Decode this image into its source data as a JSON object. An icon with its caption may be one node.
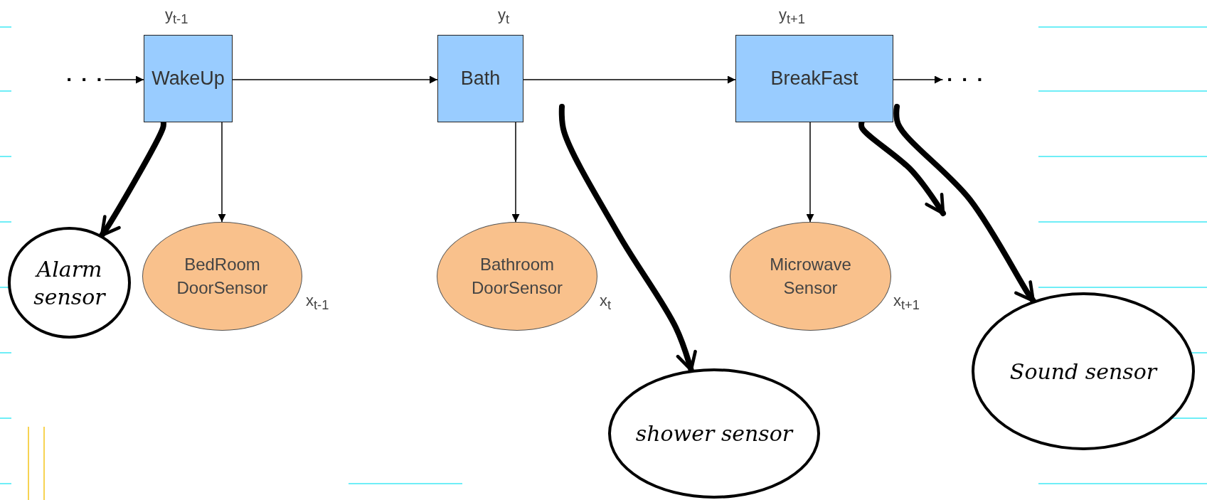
{
  "diagram": {
    "nodes": [
      {
        "text": [
          "· · ·"
        ]
      },
      {
        "text": [
          "WakeUp"
        ],
        "beside": [
          "y$_{t-1}$"
        ]
      },
      {
        "text": [
          "Bath"
        ],
        "beside": [
          "y$_{t}$"
        ]
      },
      {
        "text": [
          "BreakFast"
        ],
        "beside": [
          "y$_{t+1}$"
        ]
      },
      {
        "text": [
          "· · ·"
        ]
      },
      {
        "text": [
          "Alarm sensor"
        ]
      },
      {
        "text": [
          "BedRoom DoorSensor"
        ],
        "beside": [
          "x$_{t-1}$"
        ]
      },
      {
        "text": [
          "Bathroom DoorSensor"
        ],
        "beside": [
          "x$_{t}$"
        ]
      },
      {
        "text": [
          "Microwave Sensor"
        ],
        "beside": [
          "x$_{t+1}$"
        ]
      },
      {
        "text": [
          "Sound sensor"
        ]
      },
      {
        "text": [
          "shower sensor"
        ]
      }
    ],
    "edges": [
      {
        "from": 0,
        "to": 1,
        "arrow": "to"
      },
      {
        "from": 1,
        "to": 2,
        "arrow": "to"
      },
      {
        "from": 2,
        "to": 3,
        "arrow": "to"
      },
      {
        "from": 3,
        "to": 4,
        "arrow": "to"
      },
      {
        "from": 1,
        "to": 6,
        "arrow": "to"
      },
      {
        "from": 2,
        "to": 7,
        "arrow": "to"
      },
      {
        "from": 3,
        "to": 8,
        "arrow": "to"
      },
      {
        "from": 1,
        "to": 5,
        "arrow": "to",
        "style": "thick"
      },
      {
        "from": 2,
        "to": 10,
        "arrow": "to",
        "style": "thick"
      },
      {
        "from": 3,
        "to": null,
        "arrow": "to",
        "style": "thick"
      },
      {
        "from": 3,
        "to": 9,
        "arrow": "to",
        "style": "thick"
      }
    ]
  }
}
